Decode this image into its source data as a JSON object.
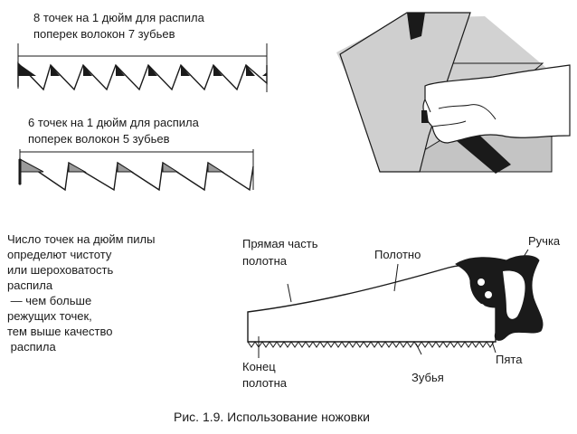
{
  "teeth_diagrams": [
    {
      "line1": "8 точек на 1 дюйм для распила",
      "line2": "поперек волокон 7 зубьев"
    },
    {
      "line1": "6 точек на 1 дюйм для распила",
      "line2": "поперек волокон 5 зубьев"
    }
  ],
  "note": {
    "lines": [
      "Число точек на дюйм пилы",
      "определют чистоту",
      "или шероховатость",
      "распила",
      " — чем больше",
      "режущих точек,",
      "тем выше качество",
      " распила"
    ]
  },
  "saw_labels": {
    "straight_part": [
      "Прямая часть",
      "полотна"
    ],
    "blade": "Полотно",
    "handle": "Ручка",
    "tip": [
      "Конец",
      "полотна"
    ],
    "teeth": "Зубья",
    "heel": "Пята"
  },
  "caption": "Рис. 1.9. Использование ножовки",
  "colors": {
    "ink": "#1a1a1a",
    "gray": "#cfcfcf",
    "mid_gray": "#9a9a9a",
    "white": "#ffffff"
  }
}
